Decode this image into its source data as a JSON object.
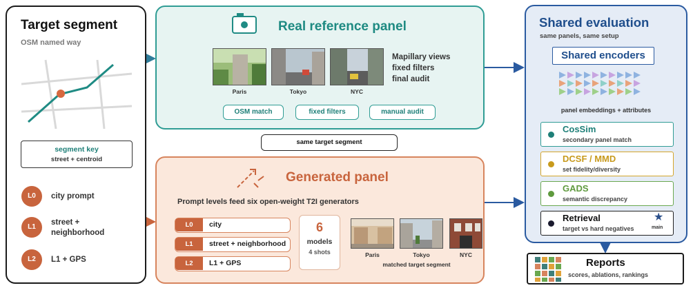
{
  "target": {
    "title": "Target segment",
    "subtitle": "OSM named way",
    "key_title": "segment key",
    "key_sub": "street + centroid",
    "levels": [
      {
        "tag": "L0",
        "label": "city prompt"
      },
      {
        "tag": "L1",
        "label": "street +\nneighborhood"
      },
      {
        "tag": "L2",
        "label": "L1 + GPS"
      }
    ]
  },
  "real": {
    "title": "Real reference panel",
    "photos": [
      "Paris",
      "Tokyo",
      "NYC"
    ],
    "notes": [
      "Mapillary views",
      "fixed filters",
      "final audit"
    ],
    "pills": [
      "OSM match",
      "fixed filters",
      "manual audit"
    ]
  },
  "middle_label": "same target segment",
  "generated": {
    "title": "Generated panel",
    "subtitle": "Prompt levels feed six open-weight T2I generators",
    "rows": [
      {
        "tag": "L0",
        "label": "city"
      },
      {
        "tag": "L1",
        "label": "street + neighborhood"
      },
      {
        "tag": "L2",
        "label": "L1 + GPS"
      }
    ],
    "models_count": "6",
    "models_label": "models",
    "shots_label": "4 shots",
    "photos": [
      "Paris",
      "Tokyo",
      "NYC"
    ],
    "photos_caption": "matched target segment"
  },
  "evaluation": {
    "title": "Shared evaluation",
    "subtitle": "same panels, same setup",
    "encoders": "Shared encoders",
    "embeddings": "panel embeddings + attributes",
    "metrics": [
      {
        "name": "CosSim",
        "sub": "secondary panel match",
        "color": "#1e7f78",
        "border": "#2f9c94"
      },
      {
        "name": "DCSF / MMD",
        "sub": "set fidelity/diversity",
        "color": "#c89a1c",
        "border": "#d4a52a"
      },
      {
        "name": "GADS",
        "sub": "semantic discrepancy",
        "color": "#5f9a3e",
        "border": "#6aa84f"
      },
      {
        "name": "Retrieval",
        "sub": "target vs hard negatives",
        "color": "#1a1a2e",
        "border": "#222222",
        "badge": "main"
      }
    ]
  },
  "reports": {
    "title": "Reports",
    "sub": "scores, ablations, rankings"
  },
  "colors": {
    "teal": "#2f9c94",
    "orange": "#d7845d",
    "blue": "#2a5aa0"
  }
}
